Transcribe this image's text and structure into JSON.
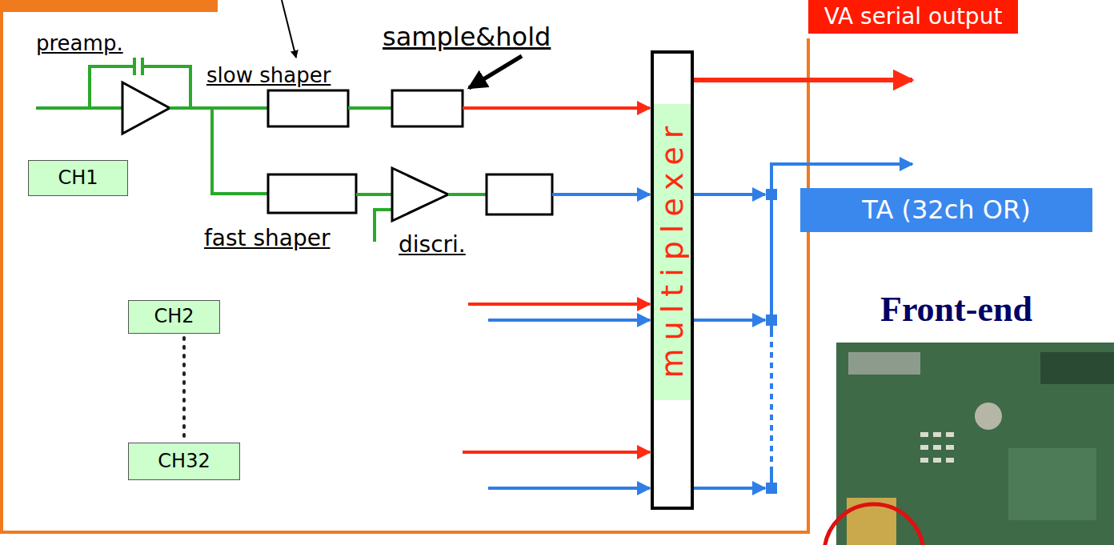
{
  "diagram": {
    "nodes": [
      {
        "text": [
          "CH1"
        ]
      },
      {
        "text": [
          "CH2"
        ]
      },
      {
        "text": [
          "CH32"
        ]
      },
      {
        "text": [
          "multiplexer"
        ]
      },
      {
        "text": [
          "VA serial output"
        ]
      },
      {
        "text": [
          "TA (32ch OR)"
        ]
      }
    ],
    "labels": [
      "preamp.",
      "slow shaper",
      "sample&hold",
      "fast shaper",
      "discri.",
      "Front-end"
    ]
  }
}
